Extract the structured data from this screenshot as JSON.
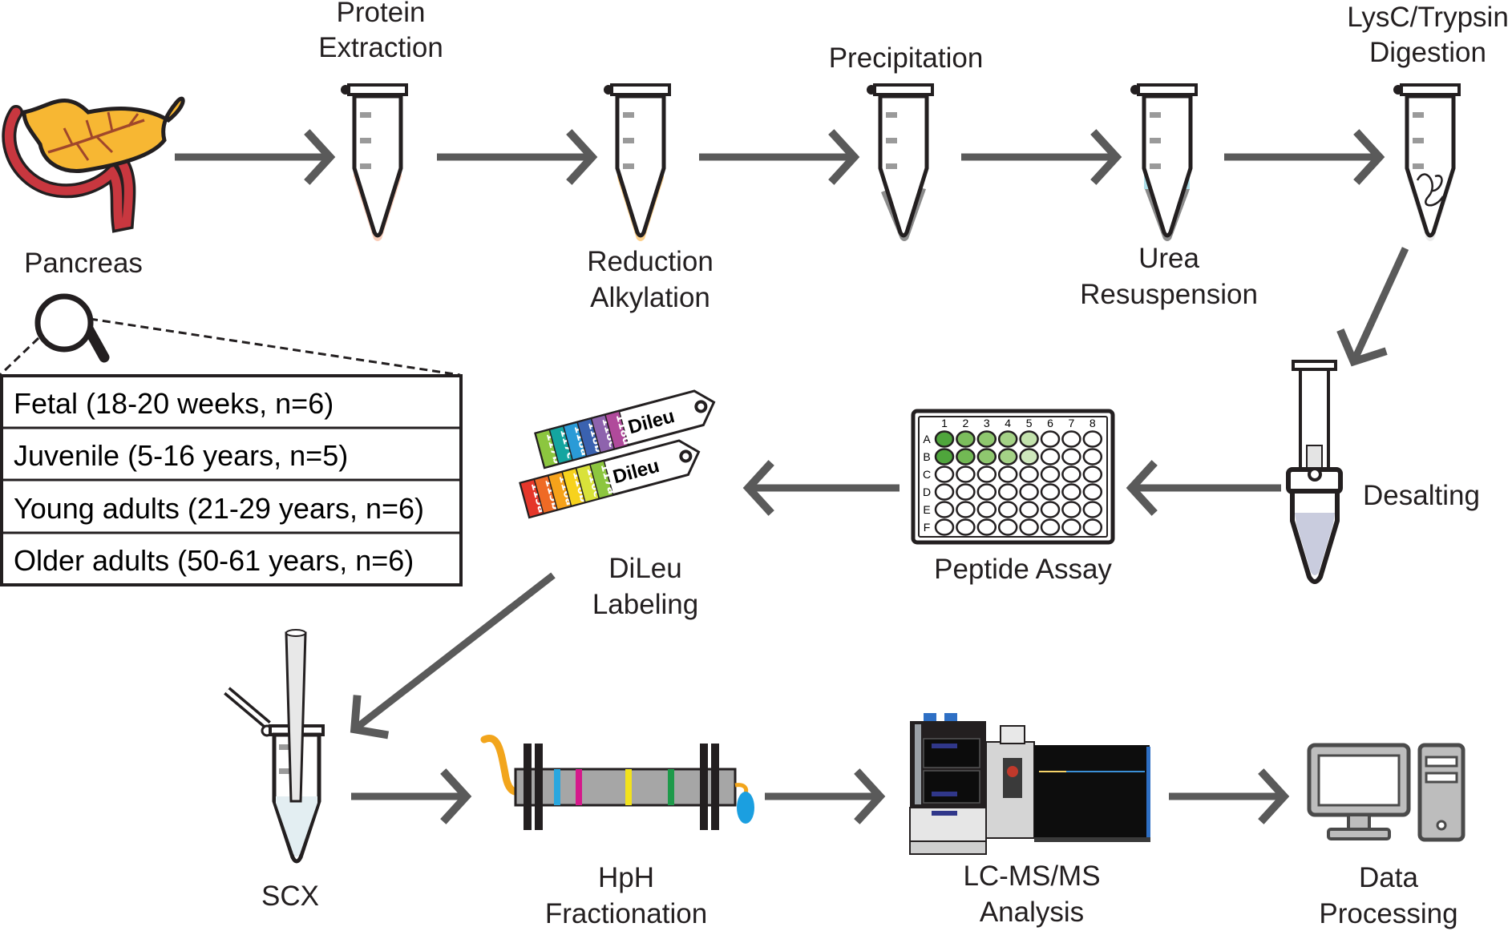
{
  "steps": {
    "pancreas": "Pancreas",
    "protein_extraction": [
      "Protein",
      "Extraction"
    ],
    "reduction_alkylation": [
      "Reduction",
      "Alkylation"
    ],
    "precipitation": "Precipitation",
    "urea_resuspension": [
      "Urea",
      "Resuspension"
    ],
    "digestion": [
      "LysC/Trypsin",
      "Digestion"
    ],
    "desalting": "Desalting",
    "peptide_assay": "Peptide Assay",
    "dileu_labeling": [
      "DiLeu",
      "Labeling"
    ],
    "scx": "SCX",
    "hph_fractionation": [
      "HpH",
      "Fractionation"
    ],
    "lcms": [
      "LC-MS/MS",
      "Analysis"
    ],
    "data_processing": [
      "Data",
      "Processing"
    ]
  },
  "cohorts": [
    "Fetal (18-20 weeks, n=6)",
    "Juvenile (5-16 years, n=5)",
    "Young adults (21-29 years, n=6)",
    "Older adults (50-61 years, n=6)"
  ],
  "plate": {
    "columns": [
      "1",
      "2",
      "3",
      "4",
      "5",
      "6",
      "7",
      "8"
    ],
    "rows": [
      "A",
      "B",
      "C",
      "D",
      "E",
      "F"
    ]
  },
  "tags": {
    "row1": [
      "117b",
      "117c",
      "118a",
      "118b",
      "118c",
      "118d"
    ],
    "row2": [
      "115a",
      "115b",
      "116a",
      "116b",
      "116c",
      "117a"
    ],
    "brand": "Dileu"
  },
  "colors": {
    "arrow": "#5a5a5a",
    "pancreas_body": "#f7b733",
    "pancreas_duct": "#c8373f",
    "tube_pink": "#f9cdb9",
    "tube_orange": "#fdd08a",
    "pellet_gray": "#8c8c8c",
    "urea_blue": "#aee0ea",
    "well_green": "#4fa53c"
  }
}
